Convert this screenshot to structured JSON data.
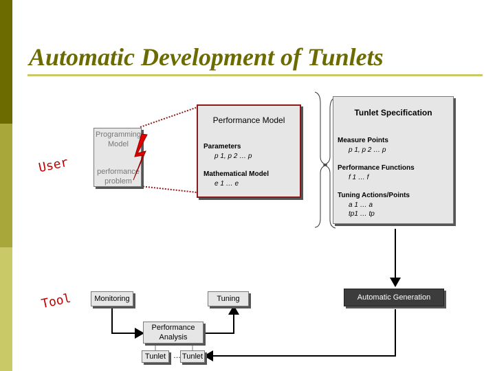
{
  "slide": {
    "title": "Automatic Development of Tunlets",
    "colors": {
      "accent": "#6b6b00",
      "sidebar_mid": "#a8a83a",
      "sidebar_light": "#c9c968",
      "red": "#c00000"
    }
  },
  "actors": {
    "user": "User",
    "tool": "Tool"
  },
  "user_box": {
    "line1": "Programming",
    "line2": "Model",
    "line3": "performance",
    "line4": "problem"
  },
  "performance_model": {
    "title": "Performance Model",
    "parameters_label": "Parameters",
    "parameters_value": "p 1, p 2  …  p",
    "math_label": "Mathematical Model",
    "math_value": "e 1 … e"
  },
  "tunlet_spec": {
    "title": "Tunlet Specification",
    "measure_label": "Measure Points",
    "measure_value": "p 1, p 2  …  p",
    "functions_label": "Performance Functions",
    "functions_value": "f 1 … f",
    "actions_label": "Tuning Actions/Points",
    "actions_value1": "a 1 … a",
    "actions_value2": "tp1 … tp"
  },
  "tool_row": {
    "monitoring": "Monitoring",
    "tuning": "Tuning",
    "auto_generation": "Automatic Generation",
    "perf_analysis_line1": "Performance",
    "perf_analysis_line2": "Analysis",
    "tunlet1": "Tunlet",
    "tunlet_dots": "…",
    "tunlet2": "Tunlet"
  }
}
